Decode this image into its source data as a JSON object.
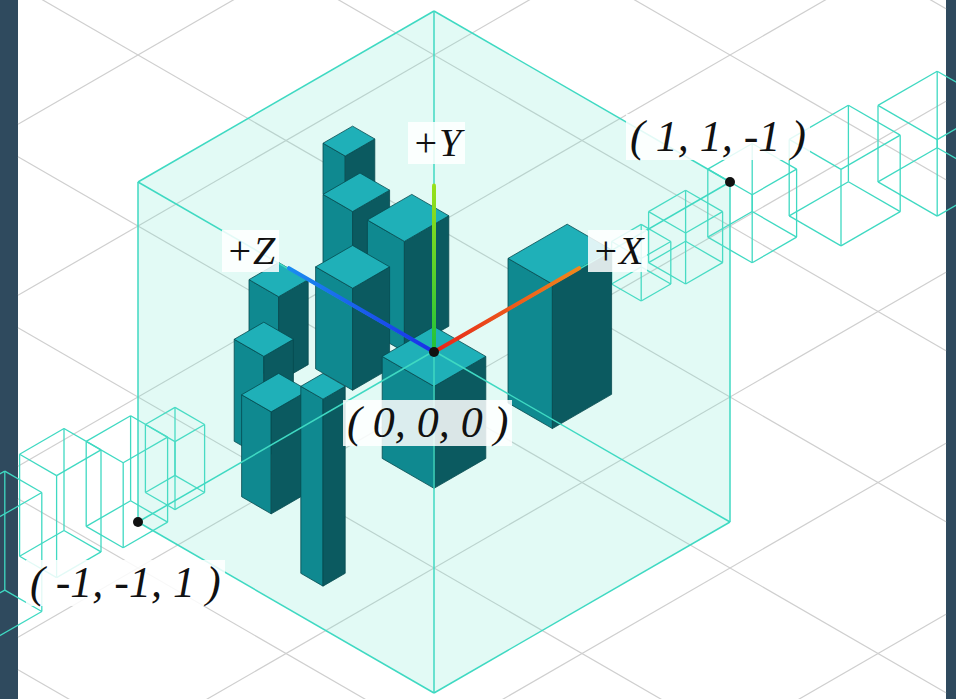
{
  "diagram": {
    "labels": [
      "+Y",
      "( 1, 1, -1 )",
      "+Z",
      "+X",
      "( 0, 0, 0 )",
      "( -1, -1, 1 )"
    ]
  }
}
